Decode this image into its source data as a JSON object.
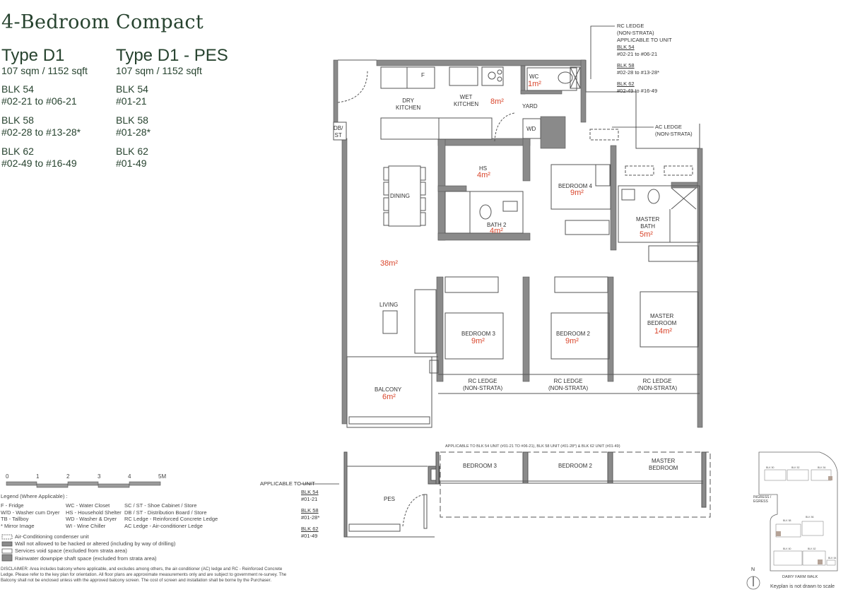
{
  "header": {
    "title": "4-Bedroom Compact"
  },
  "unit_types": [
    {
      "name": "Type D1",
      "area": "107 sqm / 1152 sqft",
      "blocks": [
        {
          "block": "BLK 54",
          "units": "#02-21 to #06-21"
        },
        {
          "block": "BLK 58",
          "units": "#02-28 to #13-28*"
        },
        {
          "block": "BLK 62",
          "units": "#02-49 to #16-49"
        }
      ]
    },
    {
      "name": "Type D1 - PES",
      "area": "107 sqm / 1152 sqft",
      "blocks": [
        {
          "block": "BLK 54",
          "units": "#01-21"
        },
        {
          "block": "BLK 58",
          "units": "#01-28*"
        },
        {
          "block": "BLK 62",
          "units": "#01-49"
        }
      ]
    }
  ],
  "floor_plan": {
    "rooms": {
      "dry_kitchen": "DRY\nKITCHEN",
      "wet_kitchen": "WET\nKITCHEN",
      "kitchen_area": "8m²",
      "yard": "YARD",
      "wc": "WC",
      "wc_area": "1m²",
      "wd": "WD",
      "fridge": "F",
      "db_st": "DB/\nST",
      "hs": "HS",
      "hs_area": "4m²",
      "dining": "DINING",
      "living_dining_area": "38m²",
      "living": "LIVING",
      "bath2": "BATH 2",
      "bath2_area": "4m²",
      "bedroom4": "BEDROOM 4",
      "bedroom4_area": "9m²",
      "master_bath": "MASTER\nBATH",
      "master_bath_area": "5m²",
      "bedroom3": "BEDROOM 3",
      "bedroom3_area": "9m²",
      "bedroom2": "BEDROOM 2",
      "bedroom2_area": "9m²",
      "master_bedroom": "MASTER\nBEDROOM",
      "master_bedroom_area": "14m²",
      "balcony": "BALCONY",
      "balcony_area": "6m²",
      "rc_ledge": "RC LEDGE\n(NON-STRATA)"
    },
    "rc_ledge_note": {
      "line1": "RC LEDGE",
      "line2": "(NON-STRATA)",
      "line3": "APPLICABLE TO UNIT",
      "blocks": [
        {
          "block": "BLK 54",
          "units": "#02-21 to #06-21"
        },
        {
          "block": "BLK 58",
          "units": "#02-28 to #13-28*"
        },
        {
          "block": "BLK 62",
          "units": "#02-49 to #16-49"
        }
      ]
    },
    "ac_ledge_note": {
      "line1": "AC LEDGE",
      "line2": "(NON-STRATA)"
    }
  },
  "pes_plan": {
    "caption": "APPLICABLE TO BLK 54 UNIT (#01-21 TO #06-21), BLK 58 UNIT (#01-28*) & BLK 62 UNIT (#01-49)",
    "pes_label": "PES",
    "bedroom3": "BEDROOM 3",
    "bedroom2": "BEDROOM 2",
    "master_bedroom": "MASTER\nBEDROOM",
    "applicable_label": "APPLICABLE TO UNIT",
    "blocks": [
      {
        "block": "BLK 54",
        "units": "#01-21"
      },
      {
        "block": "BLK 58",
        "units": "#01-28*"
      },
      {
        "block": "BLK 62",
        "units": "#01-49"
      }
    ]
  },
  "scale_bar": {
    "ticks": [
      "0",
      "1",
      "2",
      "3",
      "4",
      "5M"
    ]
  },
  "legend": {
    "title": "Legend (Where Applicable) :",
    "columns": [
      [
        "F - Fridge",
        "W/D - Washer cum Dryer",
        "TB - Tallboy",
        "* Mirror Image"
      ],
      [
        "WC - Water Closet",
        "HS - Household Shelter",
        "WD - Washer & Dryer",
        "WI  - Wine Chiller"
      ],
      [
        "SC / ST - Shoe Cabinet / Store",
        "DB / ST - Distribution Board / Store",
        "RC Ledge - Reinforced Concrete Ledge",
        "AC Ledge - Air-conditioner Ledge"
      ]
    ],
    "symbols": [
      {
        "icon": "ac-condenser-icon",
        "label": "Air-Conditioning condenser unit"
      },
      {
        "icon": "no-hack-wall-icon",
        "label": "Wall not allowed to be hacked or altered (including by way of drilling)"
      },
      {
        "icon": "services-void-icon",
        "label": "Services void space (excluded from strata area)"
      },
      {
        "icon": "rainwater-shaft-icon",
        "label": "Rainwater downpipe shaft space (excluded from strata area)"
      }
    ]
  },
  "disclaimer": "DISCLAIMER: Area includes balcony where applicable, and excludes among others, the air-conditioner (AC) ledge and RC - Reinforced Concrete Ledge. Please refer to the key plan for orientation. All floor plans are approximate measurements only and are subject to government re-survey. The Balcony shall not be enclosed unless with the approved balcony screen. The cost of screen and installation shall be borne by the Purchaser.",
  "keyplan": {
    "blocks": [
      "BLK 50",
      "BLK 52",
      "BLK 54",
      "BLK 58",
      "BLK 56",
      "BLK 60",
      "BLK 62",
      "BLK 64"
    ],
    "ingress": "INGRESS /\nEGRESS",
    "road": "DAIRY FARM WALK",
    "north": "N",
    "note": "Keyplan is not drawn to scale"
  },
  "colors": {
    "brand_green": "#27432f",
    "area_red": "#d9452b",
    "wall_grey": "#8a8a8a",
    "highlight_unit": "#b5a397"
  }
}
